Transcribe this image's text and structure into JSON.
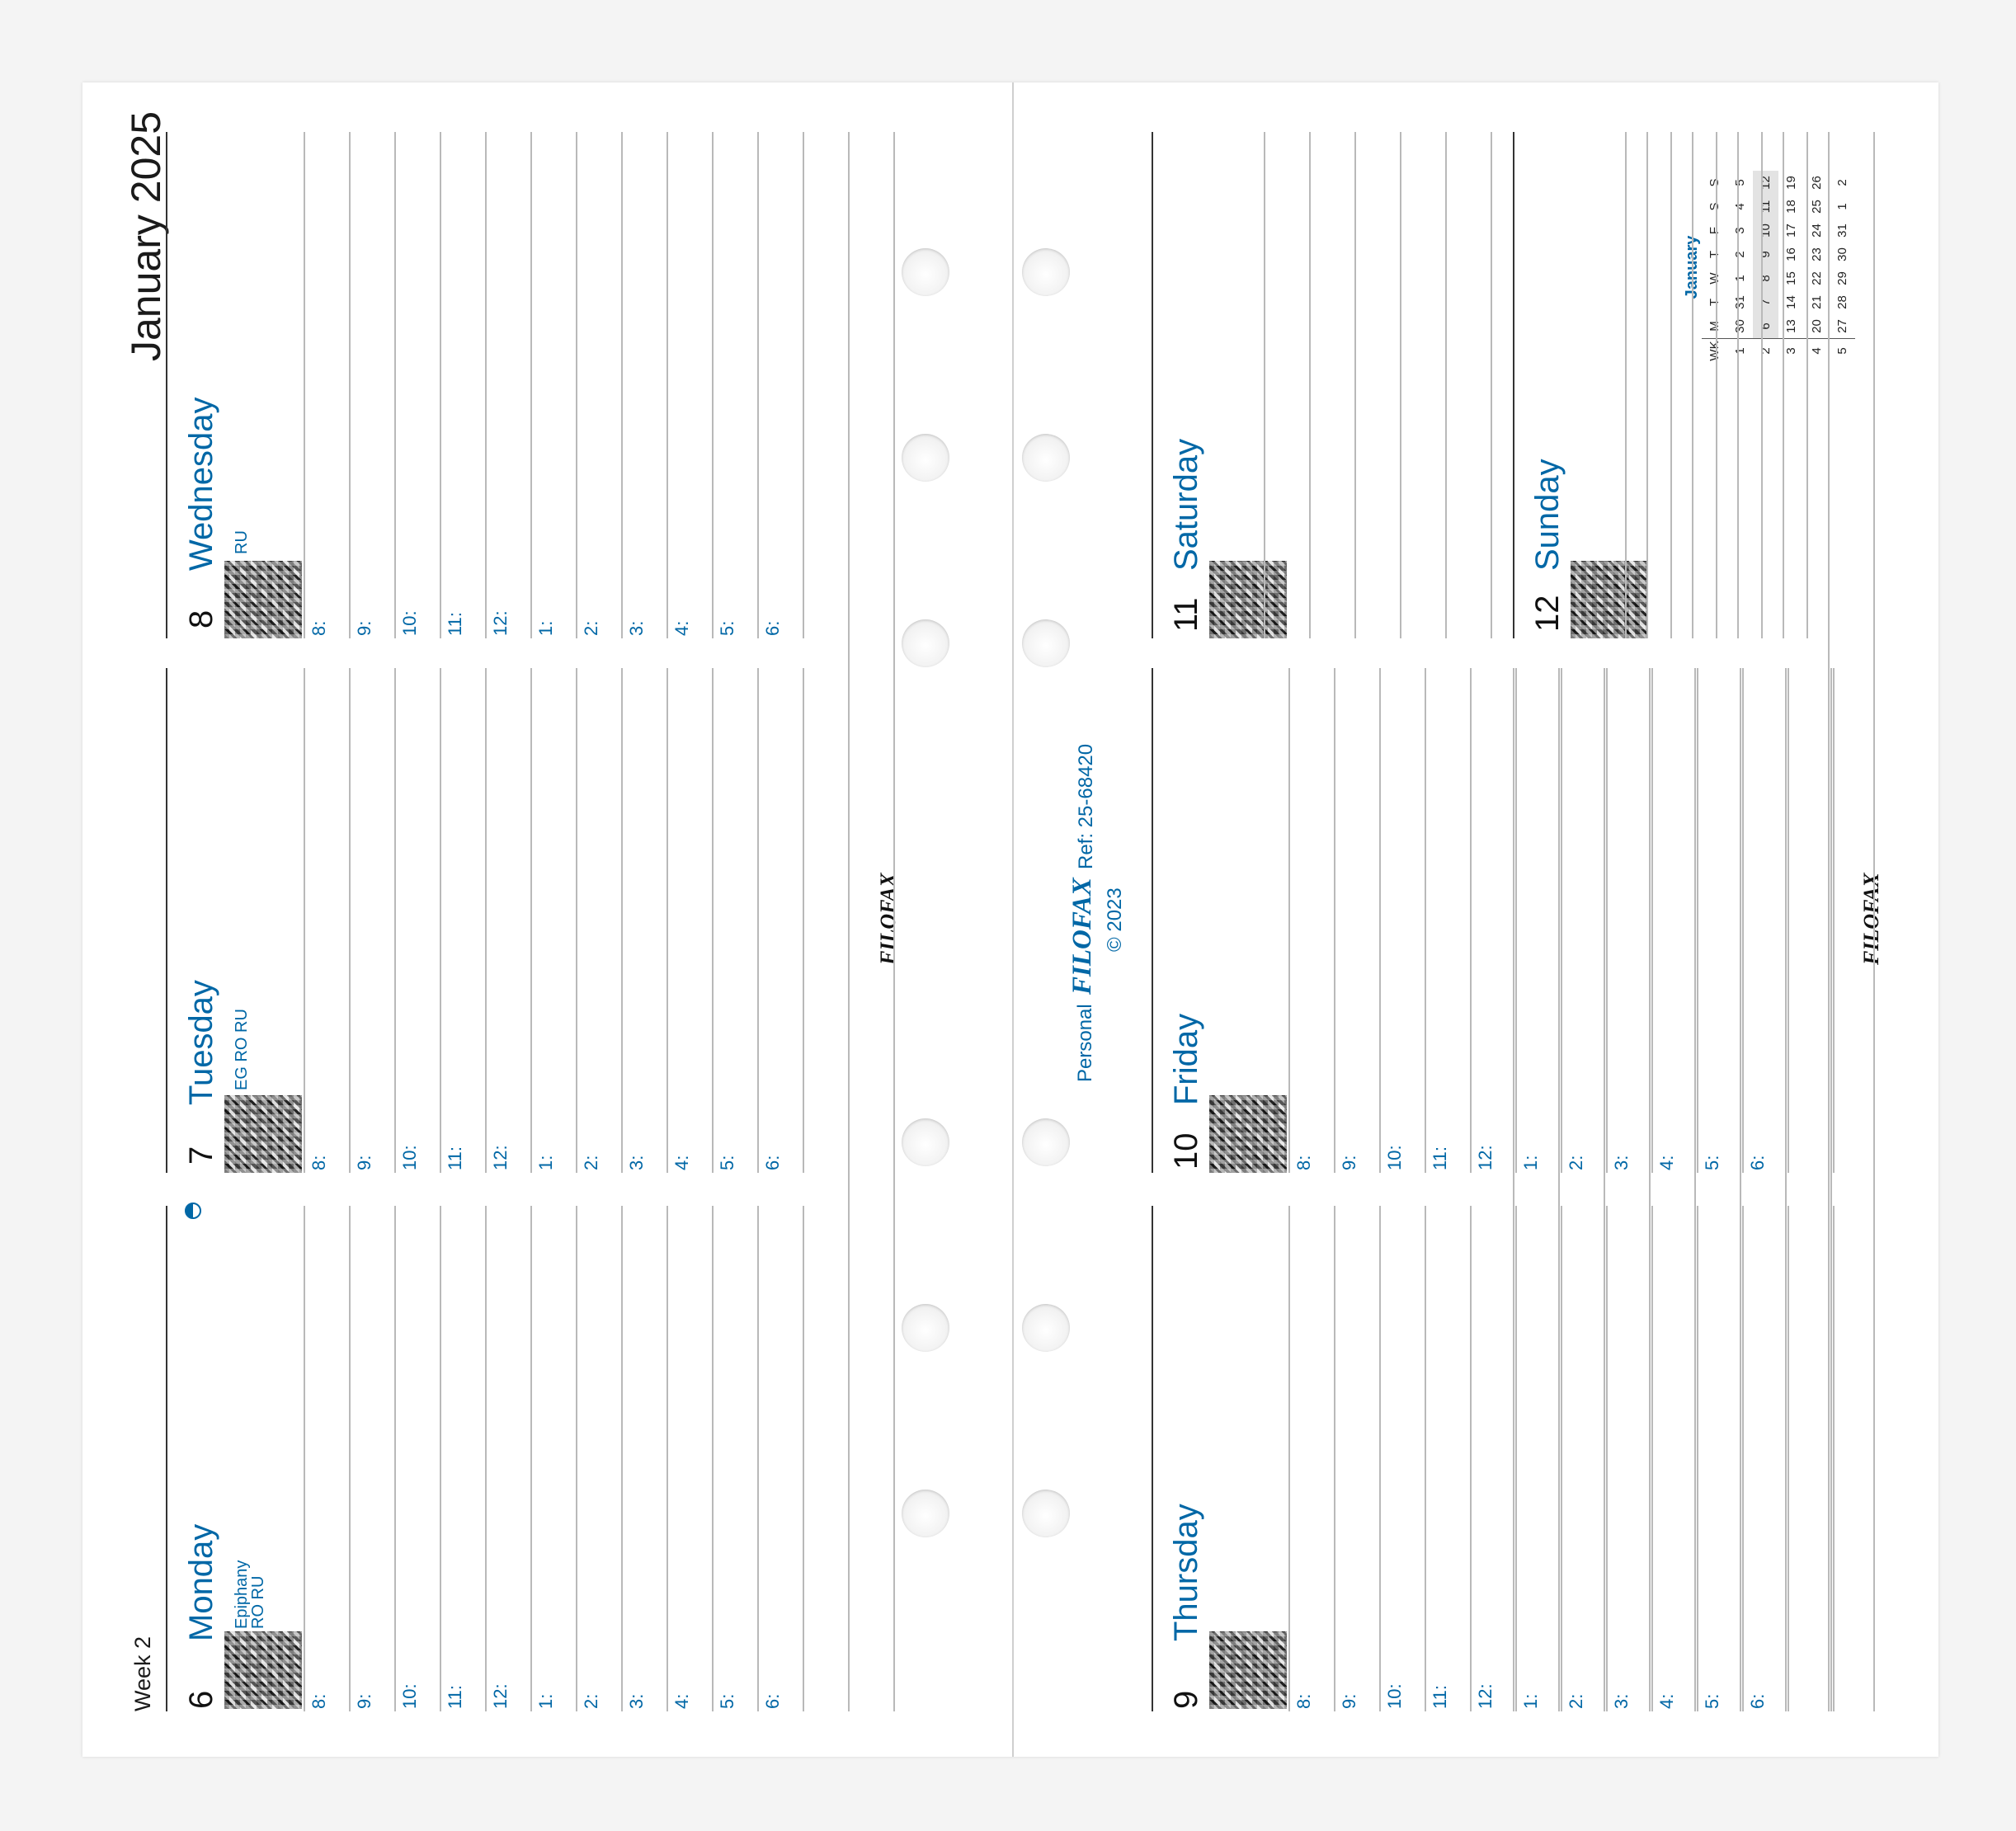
{
  "header": {
    "month_year": "January 2025",
    "week": "Week 2"
  },
  "days": [
    {
      "num": "6",
      "name": "Monday",
      "holiday_1": "Epiphany",
      "holiday_2": "RO RU"
    },
    {
      "num": "7",
      "name": "Tuesday",
      "holiday_1": "EG RO RU",
      "holiday_2": ""
    },
    {
      "num": "8",
      "name": "Wednesday",
      "holiday_1": "RU",
      "holiday_2": ""
    },
    {
      "num": "9",
      "name": "Thursday",
      "holiday_1": "",
      "holiday_2": ""
    },
    {
      "num": "10",
      "name": "Friday",
      "holiday_1": "",
      "holiday_2": ""
    },
    {
      "num": "11",
      "name": "Saturday",
      "holiday_1": "",
      "holiday_2": ""
    },
    {
      "num": "12",
      "name": "Sunday",
      "holiday_1": "",
      "holiday_2": ""
    }
  ],
  "hours": [
    "8:",
    "9:",
    "10:",
    "11:",
    "12:",
    "1:",
    "2:",
    "3:",
    "4:",
    "5:",
    "6:"
  ],
  "moon_icon": "first-quarter-moon-icon",
  "footer": {
    "brand": "FILOFAX",
    "size": "Personal",
    "ref": "Ref: 25-68420",
    "copyright": "© 2023"
  },
  "mini_calendar": {
    "month": "January",
    "headers": [
      "WK",
      "M",
      "T",
      "W",
      "T",
      "F",
      "S",
      "S"
    ],
    "rows": [
      [
        "1",
        "30",
        "31",
        "1",
        "2",
        "3",
        "4",
        "5"
      ],
      [
        "2",
        "6",
        "7",
        "8",
        "9",
        "10",
        "11",
        "12"
      ],
      [
        "3",
        "13",
        "14",
        "15",
        "16",
        "17",
        "18",
        "19"
      ],
      [
        "4",
        "20",
        "21",
        "22",
        "23",
        "24",
        "25",
        "26"
      ],
      [
        "5",
        "27",
        "28",
        "29",
        "30",
        "31",
        "1",
        "2"
      ]
    ]
  },
  "colors": {
    "accent": "#0067a6",
    "text": "#111111",
    "rule": "#b9b9b9"
  }
}
